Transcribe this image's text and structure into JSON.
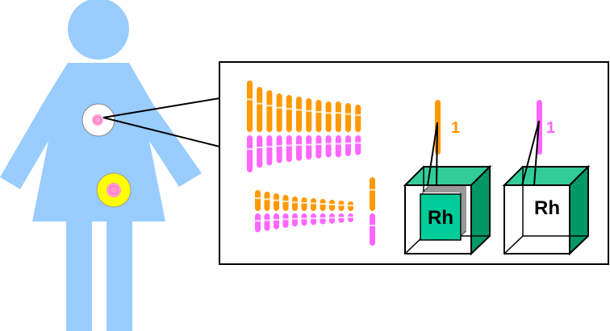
{
  "colors": {
    "body": "#99ccff",
    "maternal": "#ff9900",
    "paternal": "#ff66ff",
    "box_front_left": "#00cc99",
    "box_side_left": "#009966",
    "box_top_left": "#33cc99",
    "box_side_right": "#009966",
    "box_top_right": "#33cc99",
    "egg_yellow": "#ffff00",
    "cell_pink": "#ff99cc"
  },
  "labels": {
    "left_chromosome_number": "1",
    "right_chromosome_number": "1",
    "left_box_gene": "Rh",
    "right_box_gene": "Rh"
  },
  "icons": {
    "figure": "woman-silhouette-icon",
    "cell": "body-cell-icon",
    "egg": "egg-cell-icon"
  }
}
